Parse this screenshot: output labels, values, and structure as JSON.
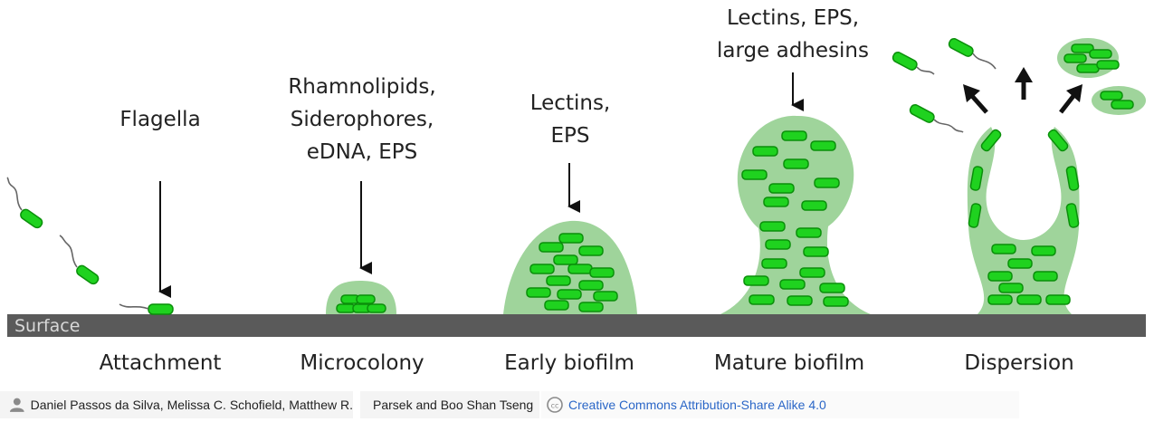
{
  "labels": {
    "flagella": "Flagella",
    "rhamno": [
      "Rhamnolipids,",
      "Siderophores,",
      "eDNA, EPS"
    ],
    "lectins_eps": [
      "Lectins,",
      "EPS"
    ],
    "large_adh": [
      "Lectins, EPS,",
      "large adhesins"
    ],
    "surface": "Surface"
  },
  "stages": [
    "Attachment",
    "Microcolony",
    "Early biofilm",
    "Mature biofilm",
    "Dispersion"
  ],
  "credits": {
    "authors": "Daniel Passos da Silva, Melissa C. Schofield, Matthew R.",
    "authors_cont": "Parsek and Boo Shan Tseng",
    "license": "Creative Commons Attribution-Share Alike 4.0"
  },
  "colors": {
    "matrix": "#9fd49b",
    "bacterium": "#1fd21f",
    "bacterium_outline": "#0a8f0a",
    "surface": "#5a5a5a",
    "arrow": "#111111"
  },
  "icons": {
    "user": "user-icon",
    "license": "cc-icon"
  }
}
